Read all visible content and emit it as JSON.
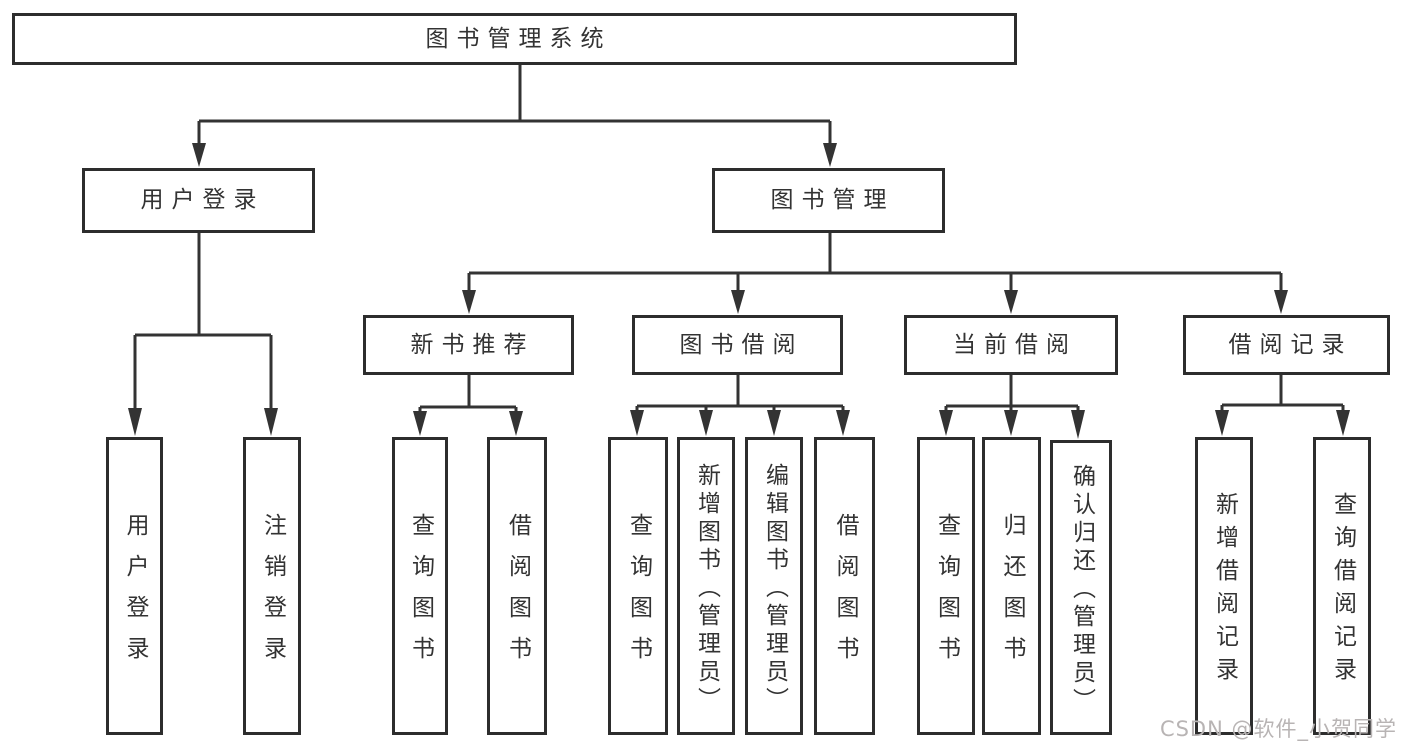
{
  "tree": {
    "label": "图书管理系统",
    "children": [
      {
        "label": "用户登录",
        "children": [
          {
            "label": "用户登录"
          },
          {
            "label": "注销登录"
          }
        ]
      },
      {
        "label": "图书管理",
        "children": [
          {
            "label": "新书推荐",
            "children": [
              {
                "label": "查询图书"
              },
              {
                "label": "借阅图书"
              }
            ]
          },
          {
            "label": "图书借阅",
            "children": [
              {
                "label": "查询图书"
              },
              {
                "label": "新增图书（管理员）"
              },
              {
                "label": "编辑图书（管理员）"
              },
              {
                "label": "借阅图书"
              }
            ]
          },
          {
            "label": "当前借阅",
            "children": [
              {
                "label": "查询图书"
              },
              {
                "label": "归还图书"
              },
              {
                "label": "确认归还（管理员）"
              }
            ]
          },
          {
            "label": "借阅记录",
            "children": [
              {
                "label": "新增借阅记录"
              },
              {
                "label": "查询借阅记录"
              }
            ]
          }
        ]
      }
    ]
  },
  "watermark": {
    "text": "CSDN @软件_小贺同学"
  },
  "colors": {
    "line": "#333333",
    "border": "#2d2d2d",
    "text": "#333333",
    "background": "#ffffff",
    "watermark": "#b8b4b4"
  }
}
